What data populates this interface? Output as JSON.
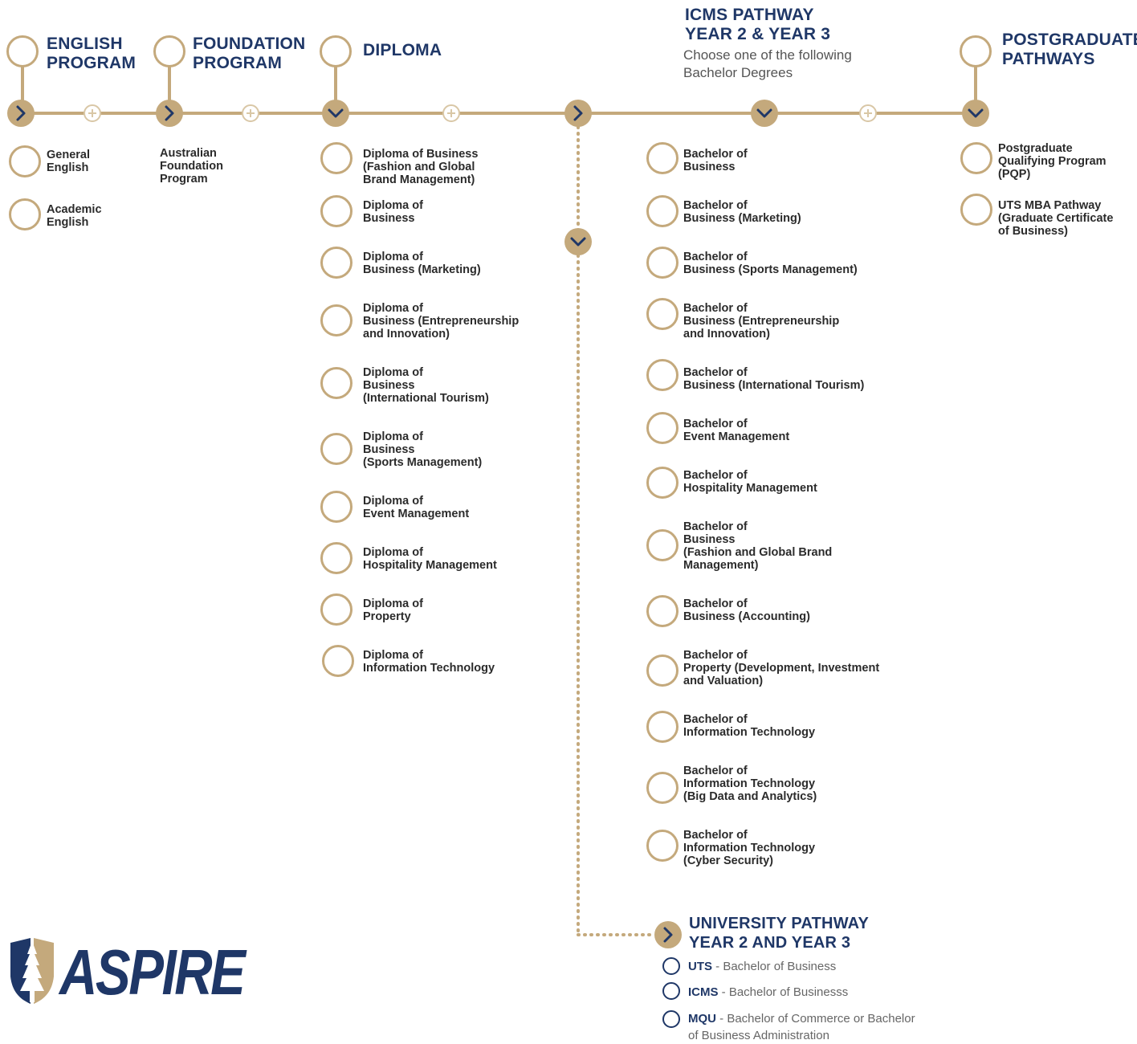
{
  "stages": [
    {
      "key": "english",
      "title": "ENGLISH\nPROGRAM",
      "items": [
        "General\nEnglish",
        "Academic\nEnglish"
      ]
    },
    {
      "key": "foundation",
      "title": "FOUNDATION\nPROGRAM",
      "items": [
        "Australian\nFoundation\nProgram"
      ]
    },
    {
      "key": "diploma",
      "title": "DIPLOMA",
      "items": [
        "Diploma of Business\n(Fashion and Global\nBrand Management)",
        "Diploma of\nBusiness",
        "Diploma of\nBusiness (Marketing)",
        "Diploma of\nBusiness (Entrepreneurship\nand Innovation)",
        "Diploma of\nBusiness\n(International Tourism)",
        "Diploma of\nBusiness\n(Sports Management)",
        "Diploma of\nEvent Management",
        "Diploma of\nHospitality Management",
        "Diploma of\nProperty",
        "Diploma of\nInformation Technology"
      ]
    },
    {
      "key": "icms",
      "title": "ICMS PATHWAY\nYEAR 2 & YEAR 3",
      "subtitle": "Choose one of the following\nBachelor Degrees",
      "items": [
        "Bachelor of\nBusiness",
        "Bachelor of\nBusiness (Marketing)",
        "Bachelor of\nBusiness (Sports Management)",
        "Bachelor of\nBusiness (Entrepreneurship\nand Innovation)",
        "Bachelor of\nBusiness (International Tourism)",
        "Bachelor of\nEvent Management",
        "Bachelor of\nHospitality Management",
        "Bachelor of\nBusiness\n(Fashion and Global Brand\nManagement)",
        "Bachelor of\nBusiness (Accounting)",
        "Bachelor of\nProperty (Development, Investment\nand Valuation)",
        "Bachelor of\nInformation Technology",
        "Bachelor of\nInformation Technology\n(Big Data and Analytics)",
        "Bachelor of\nInformation Technology\n(Cyber Security)"
      ]
    },
    {
      "key": "postgrad",
      "title": "POSTGRADUATE\nPATHWAYS",
      "items": [
        "Postgraduate\nQualifying Program\n(PQP)",
        "UTS MBA Pathway\n(Graduate Certificate\nof Business)"
      ]
    }
  ],
  "university": {
    "title": "UNIVERSITY PATHWAY\nYEAR 2 AND YEAR 3",
    "rows": [
      {
        "name": "UTS",
        "desc": " - Bachelor of Business"
      },
      {
        "name": "ICMS",
        "desc": " - Bachelor of Businesss"
      },
      {
        "name": "MQU",
        "desc": " - Bachelor of Commerce or Bachelor\nof Business Administration"
      }
    ]
  },
  "logo": {
    "text": "ASPIRE"
  },
  "colors": {
    "gold": "#c4a97c",
    "navy": "#1f3767",
    "text": "#2b2b2b"
  },
  "icons": {
    "right": "chevron-right-icon",
    "down": "chevron-down-icon",
    "plus": "plus-icon",
    "ring": "circle-icon"
  }
}
